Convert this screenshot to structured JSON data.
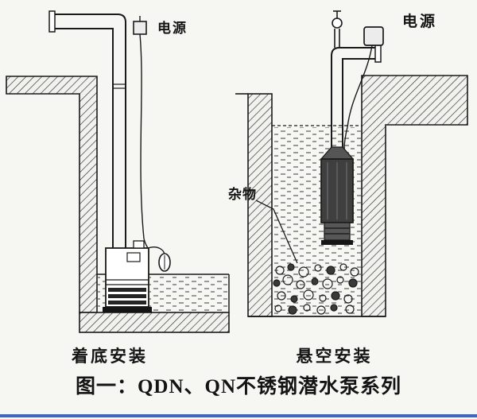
{
  "figure": {
    "title": "图一：QDN、QN不锈钢潜水泵系列",
    "left_diagram": {
      "power_label": "电源",
      "caption": "着底安装"
    },
    "right_diagram": {
      "power_label": "电源",
      "debris_label": "杂物",
      "caption": "悬空安装"
    }
  },
  "colors": {
    "ink": "#1a1a1a",
    "paper": "#f6f6f3",
    "accent_line": "#3f63c9",
    "pump_dark": "#3f3f3f"
  },
  "icons": {
    "left_plug": "power-plug-icon",
    "right_plug": "power-plug-icon",
    "float": "float-switch-icon",
    "valve": "valve-icon"
  }
}
